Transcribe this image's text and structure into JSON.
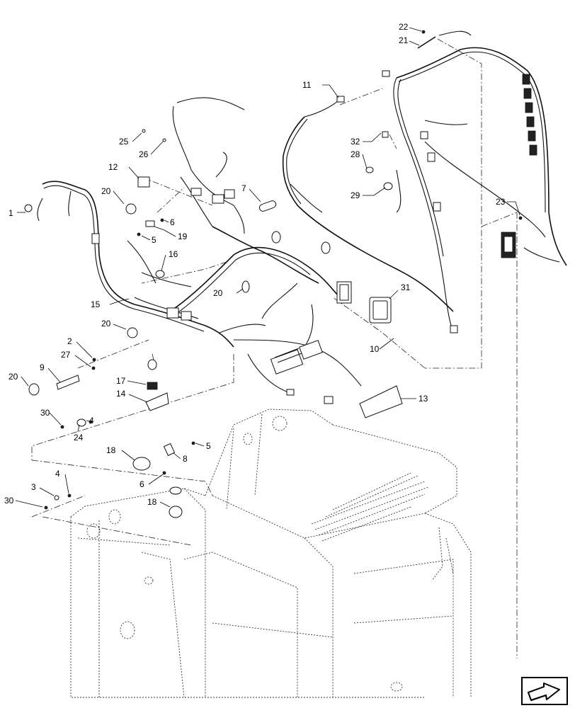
{
  "callouts": [
    {
      "id": "c22",
      "text": "22"
    },
    {
      "id": "c21",
      "text": "21"
    },
    {
      "id": "c11",
      "text": "11"
    },
    {
      "id": "c25",
      "text": "25"
    },
    {
      "id": "c26",
      "text": "26"
    },
    {
      "id": "c12",
      "text": "12"
    },
    {
      "id": "c32",
      "text": "32"
    },
    {
      "id": "c28",
      "text": "28"
    },
    {
      "id": "c29",
      "text": "29"
    },
    {
      "id": "c7",
      "text": "7"
    },
    {
      "id": "c20a",
      "text": "20"
    },
    {
      "id": "c1",
      "text": "1"
    },
    {
      "id": "c6a",
      "text": "6"
    },
    {
      "id": "c19",
      "text": "19"
    },
    {
      "id": "c5a",
      "text": "5"
    },
    {
      "id": "c23",
      "text": "23"
    },
    {
      "id": "c16",
      "text": "16"
    },
    {
      "id": "c20b",
      "text": "20"
    },
    {
      "id": "c15",
      "text": "15"
    },
    {
      "id": "c31",
      "text": "31"
    },
    {
      "id": "c20c",
      "text": "20"
    },
    {
      "id": "c10",
      "text": "10"
    },
    {
      "id": "c2",
      "text": "2"
    },
    {
      "id": "c27",
      "text": "27"
    },
    {
      "id": "c9",
      "text": "9"
    },
    {
      "id": "c20d",
      "text": "20"
    },
    {
      "id": "c17",
      "text": "17"
    },
    {
      "id": "c14",
      "text": "14"
    },
    {
      "id": "c13",
      "text": "13"
    },
    {
      "id": "c30a",
      "text": "30"
    },
    {
      "id": "c4a",
      "text": "4"
    },
    {
      "id": "c24",
      "text": "24"
    },
    {
      "id": "c5b",
      "text": "5"
    },
    {
      "id": "c18a",
      "text": "18"
    },
    {
      "id": "c8",
      "text": "8"
    },
    {
      "id": "c6b",
      "text": "6"
    },
    {
      "id": "c4b",
      "text": "4"
    },
    {
      "id": "c3",
      "text": "3"
    },
    {
      "id": "c30b",
      "text": "30"
    },
    {
      "id": "c18b",
      "text": "18"
    }
  ],
  "icons": {
    "navigation": "arrow-right-icon"
  }
}
